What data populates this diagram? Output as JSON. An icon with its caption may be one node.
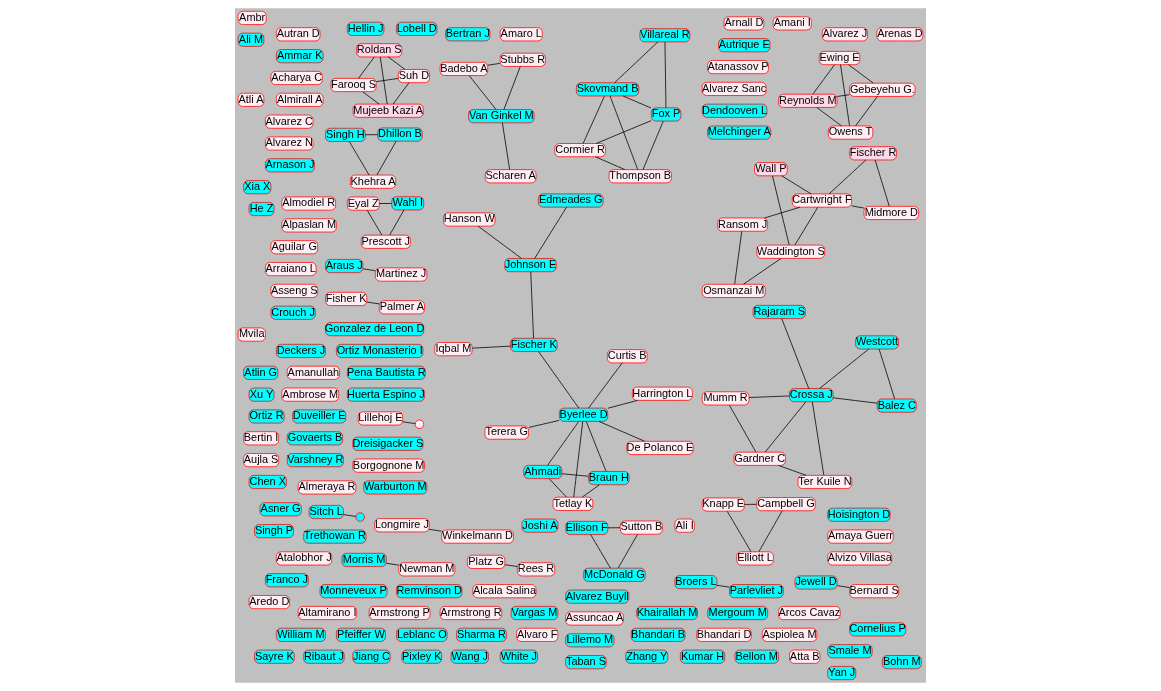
{
  "diagram": {
    "nodes": [
      {
        "text": [
          "Rajaram S"
        ]
      },
      {
        "text": [
          "Hanson W"
        ]
      },
      {
        "text": [
          "Westcott"
        ]
      },
      {
        "text": [
          "Balez C"
        ]
      },
      {
        "text": [
          "Crossa J"
        ]
      },
      {
        "text": [
          "Johnson E"
        ]
      },
      {
        "text": [
          "Ter Kuile N"
        ]
      },
      {
        "text": [
          "Mumm R"
        ]
      },
      {
        "text": [
          "Gardner C"
        ]
      },
      {
        "text": [
          "De Polanco E"
        ]
      },
      {
        "text": [
          "Curtis B"
        ]
      },
      {
        "text": [
          "Fischer K"
        ]
      },
      {
        "text": [
          "Edmeades G"
        ]
      },
      {
        "text": [
          "Terera G"
        ]
      },
      {
        "text": [
          "Byerlee D"
        ]
      },
      {
        "text": [
          "Iqbal M"
        ]
      },
      {
        "text": [
          "Braun H"
        ]
      },
      {
        "text": [
          "Tetlay K"
        ]
      },
      {
        "text": [
          "Ahmadi"
        ]
      },
      {
        "text": [
          "Harrington L"
        ]
      },
      {
        "text": [
          "Ransom J"
        ]
      },
      {
        "text": [
          "Fischer R"
        ]
      },
      {
        "text": [
          "Midmore D"
        ]
      },
      {
        "text": [
          "Cartwright F"
        ]
      },
      {
        "text": [
          "Osmanzai M"
        ]
      },
      {
        "text": [
          "Wall P"
        ]
      },
      {
        "text": [
          "Waddington S"
        ]
      },
      {
        "text": [
          "Cormier R"
        ]
      },
      {
        "text": [
          "Fox P"
        ]
      },
      {
        "text": [
          "Thompson B"
        ]
      },
      {
        "text": [
          "Villareal R"
        ]
      },
      {
        "text": [
          "Skovmand B"
        ]
      },
      {
        "text": [
          "Reynolds M"
        ]
      },
      {
        "text": [
          "Gebeyehu G."
        ]
      },
      {
        "text": [
          "Owens T"
        ]
      },
      {
        "text": [
          "Ewing E"
        ]
      },
      {
        "text": [
          "Badebo A"
        ]
      },
      {
        "text": [
          "Stubbs R"
        ]
      },
      {
        "text": [
          "Farooq S"
        ]
      },
      {
        "text": [
          "Suh D"
        ]
      },
      {
        "text": [
          "Mujeeb Kazi A"
        ]
      },
      {
        "text": [
          "Scharen A"
        ]
      },
      {
        "text": [
          "Van Ginkel M"
        ]
      },
      {
        "text": [
          "Roldan S"
        ]
      },
      {
        "text": [
          "Ellison F"
        ]
      },
      {
        "text": [
          "Sutton B"
        ]
      },
      {
        "text": [
          "McDonald G"
        ]
      },
      {
        "text": [
          "Singh H"
        ]
      },
      {
        "text": [
          "Dhillon B"
        ]
      },
      {
        "text": [
          "Khehra A"
        ]
      },
      {
        "text": [
          "Knapp E"
        ]
      },
      {
        "text": [
          "Campbell G"
        ]
      },
      {
        "text": [
          "Elliott L"
        ]
      },
      {
        "text": [
          "Eyal Z"
        ]
      },
      {
        "text": [
          "Wahl I"
        ]
      },
      {
        "text": [
          "Prescott J"
        ]
      },
      {
        "text": [
          "Platz G"
        ]
      },
      {
        "text": [
          "Rees R"
        ]
      },
      {
        "text": [
          "Longmire J"
        ]
      },
      {
        "text": [
          "Winkelmann D"
        ]
      },
      {
        "text": [
          "Morris M"
        ]
      },
      {
        "text": [
          "Newman M"
        ]
      },
      {
        "text": [
          "Araus J"
        ]
      },
      {
        "text": [
          "Martinez J"
        ]
      },
      {
        "text": [
          "Broers L"
        ]
      },
      {
        "text": [
          "Parlevliet J"
        ]
      },
      {
        "text": [
          "Jewell D"
        ]
      },
      {
        "text": [
          "Bernard S"
        ]
      },
      {
        "text": [
          "Lillehoj E"
        ]
      },
      {
        "text": [],
        "shape": "circle"
      },
      {
        "text": [
          "Sitch L"
        ]
      },
      {
        "text": [],
        "shape": "circle"
      },
      {
        "text": [
          "Fisher K"
        ]
      },
      {
        "text": [
          "Palmer A"
        ]
      },
      {
        "text": [
          "Singh P"
        ]
      },
      {
        "text": [
          "Sayre K"
        ]
      },
      {
        "text": [
          "Hoisington D"
        ]
      },
      {
        "text": [
          "Pena Bautista R"
        ]
      },
      {
        "text": [
          "Warburton M"
        ]
      },
      {
        "text": [
          "Ortiz Monasterio I"
        ]
      },
      {
        "text": [
          "Melchinger A"
        ]
      },
      {
        "text": [
          "Dendooven L"
        ]
      },
      {
        "text": [
          "Ribaut J"
        ]
      },
      {
        "text": [
          "Xia X"
        ]
      },
      {
        "text": [
          "Duveiller E"
        ]
      },
      {
        "text": [
          "Huerta Espino J"
        ]
      },
      {
        "text": [
          "Monneveux P"
        ]
      },
      {
        "text": [
          "Gonzalez de Leon D"
        ]
      },
      {
        "text": [
          "Trethowan R"
        ]
      },
      {
        "text": [
          "He Z"
        ]
      },
      {
        "text": [
          "Jiang C"
        ]
      },
      {
        "text": [
          "Ortiz R"
        ]
      },
      {
        "text": [
          "Crouch J"
        ]
      },
      {
        "text": [
          "Pixley K"
        ]
      },
      {
        "text": [
          "Khairallah M"
        ]
      },
      {
        "text": [
          "Deckers J"
        ]
      },
      {
        "text": [
          "Wang J"
        ]
      },
      {
        "text": [
          "Atlin G"
        ]
      },
      {
        "text": [
          "White J"
        ]
      },
      {
        "text": [
          "William M"
        ]
      },
      {
        "text": [
          "Govaerts B"
        ]
      },
      {
        "text": [
          "Franco J"
        ]
      },
      {
        "text": [
          "Dreisigacker S"
        ]
      },
      {
        "text": [
          "Pfeiffer W"
        ]
      },
      {
        "text": [
          "Smale M"
        ]
      },
      {
        "text": [
          "Varshney R"
        ]
      },
      {
        "text": [
          "Leblanc O"
        ]
      },
      {
        "text": [
          "Taban S"
        ]
      },
      {
        "text": [
          "Remvinson D"
        ]
      },
      {
        "text": [
          "Bohn M"
        ]
      },
      {
        "text": [
          "Joshi A"
        ]
      },
      {
        "text": [
          "Lobell D"
        ]
      },
      {
        "text": [
          "Zhang Y"
        ]
      },
      {
        "text": [
          "Vargas M"
        ]
      },
      {
        "text": [
          "Xu Y"
        ]
      },
      {
        "text": [
          "Mergoum M"
        ]
      },
      {
        "text": [
          "Ammar K"
        ]
      },
      {
        "text": [
          "Kumar H"
        ]
      },
      {
        "text": [
          "Sharma R"
        ]
      },
      {
        "text": [
          "Yan J"
        ]
      },
      {
        "text": [
          "Lillemo M"
        ]
      },
      {
        "text": [
          "Bellon M"
        ]
      },
      {
        "text": [
          "Hellin J"
        ]
      },
      {
        "text": [
          "Cornelius P"
        ]
      },
      {
        "text": [
          "Chen X"
        ]
      },
      {
        "text": [
          "Acharya C"
        ]
      },
      {
        "text": [
          "Arcos Cavaz"
        ]
      },
      {
        "text": [
          "Aredo D"
        ]
      },
      {
        "text": [
          "Alcala Salina"
        ]
      },
      {
        "text": [
          "Arenas D"
        ]
      },
      {
        "text": [
          "Almeraya R"
        ]
      },
      {
        "text": [
          "Almirall A"
        ]
      },
      {
        "text": [
          "Almodiel R"
        ]
      },
      {
        "text": [
          "Alpaslan M"
        ]
      },
      {
        "text": [
          "Altamirano I"
        ]
      },
      {
        "text": [
          "Autrique E"
        ]
      },
      {
        "text": [
          "Alvarez Buyll"
        ]
      },
      {
        "text": [
          "Alvarez C"
        ]
      },
      {
        "text": [
          "Alvarez J"
        ]
      },
      {
        "text": [
          "Alvarez N"
        ]
      },
      {
        "text": [
          "Alvarez Sanc"
        ]
      },
      {
        "text": [
          "Alvaro F"
        ]
      },
      {
        "text": [
          "Alvizo Villasa"
        ]
      },
      {
        "text": [
          "Amani I"
        ]
      },
      {
        "text": [
          "Amanullah"
        ]
      },
      {
        "text": [
          "Amaro L"
        ]
      },
      {
        "text": [
          "Amaya Guerr"
        ]
      },
      {
        "text": [
          "Ambrose M"
        ]
      },
      {
        "text": [
          "Ambr"
        ]
      },
      {
        "text": [
          "Armstrong P"
        ]
      },
      {
        "text": [
          "Armstrong R"
        ]
      },
      {
        "text": [
          "Ali I"
        ]
      },
      {
        "text": [
          "Arnall D"
        ]
      },
      {
        "text": [
          "Arnason J"
        ]
      },
      {
        "text": [
          "Ali M"
        ]
      },
      {
        "text": [
          "Aguilar G"
        ]
      },
      {
        "text": [
          "Bertin I"
        ]
      },
      {
        "text": [
          "Bertran J"
        ]
      },
      {
        "text": [
          "Arraiano L"
        ]
      },
      {
        "text": [
          "Bhandari B"
        ]
      },
      {
        "text": [
          "Bhandari D"
        ]
      },
      {
        "text": [
          "Asner G"
        ]
      },
      {
        "text": [
          "Aspiolea M"
        ]
      },
      {
        "text": [
          "Asseng S"
        ]
      },
      {
        "text": [
          "Assuncao A"
        ]
      },
      {
        "text": [
          "Atalobhor J"
        ]
      },
      {
        "text": [
          "Atanassov P"
        ]
      },
      {
        "text": [
          "Atli A"
        ]
      },
      {
        "text": [
          "Atta B"
        ]
      },
      {
        "text": [
          "Aujla S"
        ]
      },
      {
        "text": [
          "Autran D"
        ]
      },
      {
        "text": [
          "Borgognone M"
        ]
      },
      {
        "text": [
          "Mvila"
        ]
      }
    ],
    "edges": [
      {
        "from": 0,
        "to": 4,
        "arrow": "none"
      },
      {
        "from": 2,
        "to": 3,
        "arrow": "none"
      },
      {
        "from": 2,
        "to": 4,
        "arrow": "none"
      },
      {
        "from": 3,
        "to": 4,
        "arrow": "none"
      },
      {
        "from": 4,
        "to": 6,
        "arrow": "none"
      },
      {
        "from": 4,
        "to": 8,
        "arrow": "none"
      },
      {
        "from": 4,
        "to": 7,
        "arrow": "none"
      },
      {
        "from": 8,
        "to": 7,
        "arrow": "none"
      },
      {
        "from": 6,
        "to": 8,
        "arrow": "none"
      },
      {
        "from": 1,
        "to": 5,
        "arrow": "none"
      },
      {
        "from": 5,
        "to": 11,
        "arrow": "none"
      },
      {
        "from": 5,
        "to": 12,
        "arrow": "none"
      },
      {
        "from": 11,
        "to": 14,
        "arrow": "none"
      },
      {
        "from": 11,
        "to": 15,
        "arrow": "none"
      },
      {
        "from": 14,
        "to": 9,
        "arrow": "none"
      },
      {
        "from": 14,
        "to": 10,
        "arrow": "none"
      },
      {
        "from": 14,
        "to": 13,
        "arrow": "none"
      },
      {
        "from": 14,
        "to": 16,
        "arrow": "none"
      },
      {
        "from": 14,
        "to": 17,
        "arrow": "none"
      },
      {
        "from": 14,
        "to": 18,
        "arrow": "none"
      },
      {
        "from": 14,
        "to": 19,
        "arrow": "none"
      },
      {
        "from": 16,
        "to": 17,
        "arrow": "none"
      },
      {
        "from": 16,
        "to": 18,
        "arrow": "none"
      },
      {
        "from": 17,
        "to": 18,
        "arrow": "none"
      },
      {
        "from": 20,
        "to": 23,
        "arrow": "none"
      },
      {
        "from": 20,
        "to": 24,
        "arrow": "none"
      },
      {
        "from": 21,
        "to": 23,
        "arrow": "none"
      },
      {
        "from": 21,
        "to": 22,
        "arrow": "none"
      },
      {
        "from": 22,
        "to": 23,
        "arrow": "none"
      },
      {
        "from": 23,
        "to": 25,
        "arrow": "none"
      },
      {
        "from": 23,
        "to": 26,
        "arrow": "none"
      },
      {
        "from": 25,
        "to": 26,
        "arrow": "none"
      },
      {
        "from": 24,
        "to": 26,
        "arrow": "none"
      },
      {
        "from": 27,
        "to": 28,
        "arrow": "none"
      },
      {
        "from": 27,
        "to": 29,
        "arrow": "none"
      },
      {
        "from": 27,
        "to": 31,
        "arrow": "none"
      },
      {
        "from": 28,
        "to": 30,
        "arrow": "none"
      },
      {
        "from": 28,
        "to": 31,
        "arrow": "none"
      },
      {
        "from": 28,
        "to": 29,
        "arrow": "none"
      },
      {
        "from": 30,
        "to": 31,
        "arrow": "none"
      },
      {
        "from": 29,
        "to": 31,
        "arrow": "none"
      },
      {
        "from": 32,
        "to": 33,
        "arrow": "none"
      },
      {
        "from": 32,
        "to": 35,
        "arrow": "none"
      },
      {
        "from": 32,
        "to": 34,
        "arrow": "none"
      },
      {
        "from": 33,
        "to": 34,
        "arrow": "none"
      },
      {
        "from": 33,
        "to": 35,
        "arrow": "none"
      },
      {
        "from": 34,
        "to": 35,
        "arrow": "none"
      },
      {
        "from": 42,
        "to": 36,
        "arrow": "none"
      },
      {
        "from": 42,
        "to": 37,
        "arrow": "none"
      },
      {
        "from": 36,
        "to": 37,
        "arrow": "none"
      },
      {
        "from": 42,
        "to": 41,
        "arrow": "none"
      },
      {
        "from": 38,
        "to": 39,
        "arrow": "none"
      },
      {
        "from": 38,
        "to": 40,
        "arrow": "none"
      },
      {
        "from": 38,
        "to": 43,
        "arrow": "none"
      },
      {
        "from": 39,
        "to": 43,
        "arrow": "none"
      },
      {
        "from": 39,
        "to": 40,
        "arrow": "none"
      },
      {
        "from": 40,
        "to": 43,
        "arrow": "none"
      },
      {
        "from": 44,
        "to": 45,
        "arrow": "none"
      },
      {
        "from": 44,
        "to": 46,
        "arrow": "none"
      },
      {
        "from": 45,
        "to": 46,
        "arrow": "none"
      },
      {
        "from": 47,
        "to": 48,
        "arrow": "none"
      },
      {
        "from": 47,
        "to": 49,
        "arrow": "none"
      },
      {
        "from": 48,
        "to": 49,
        "arrow": "none"
      },
      {
        "from": 50,
        "to": 51,
        "arrow": "none"
      },
      {
        "from": 50,
        "to": 52,
        "arrow": "none"
      },
      {
        "from": 51,
        "to": 52,
        "arrow": "none"
      },
      {
        "from": 53,
        "to": 54,
        "arrow": "none"
      },
      {
        "from": 53,
        "to": 55,
        "arrow": "none"
      },
      {
        "from": 54,
        "to": 55,
        "arrow": "none"
      },
      {
        "from": 56,
        "to": 57,
        "arrow": "none"
      },
      {
        "from": 58,
        "to": 59,
        "arrow": "none"
      },
      {
        "from": 60,
        "to": 61,
        "arrow": "none"
      },
      {
        "from": 62,
        "to": 63,
        "arrow": "none"
      },
      {
        "from": 64,
        "to": 65,
        "arrow": "none"
      },
      {
        "from": 66,
        "to": 67,
        "arrow": "none"
      },
      {
        "from": 68,
        "to": 69,
        "arrow": "none"
      },
      {
        "from": 70,
        "to": 71,
        "arrow": "none"
      },
      {
        "from": 72,
        "to": 73,
        "arrow": "none"
      }
    ]
  }
}
